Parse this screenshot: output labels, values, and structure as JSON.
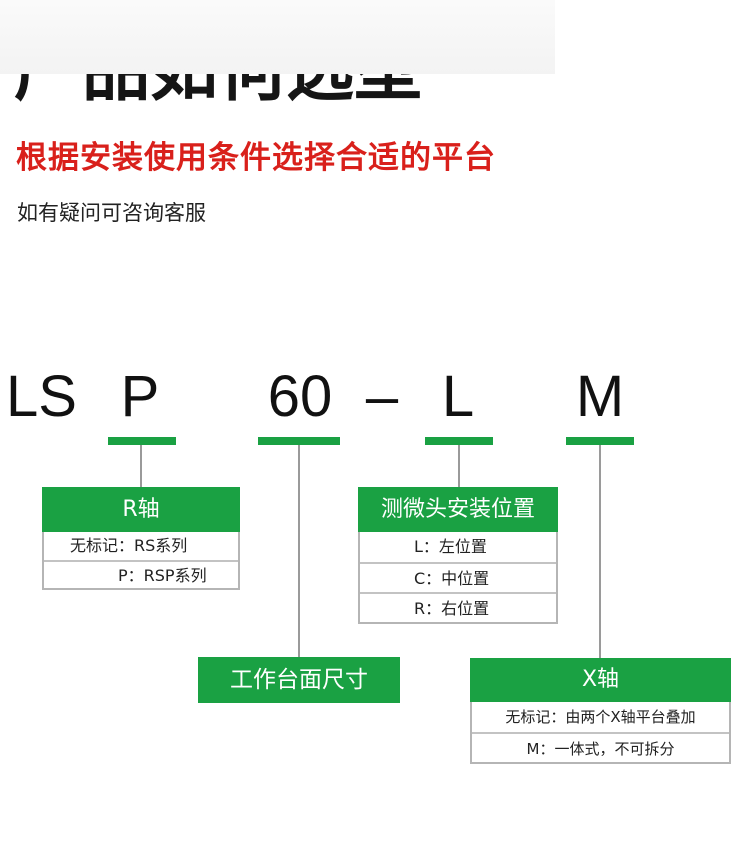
{
  "header": {
    "title_partial": "产品如何选型",
    "subtitle": "根据安装使用条件选择合适的平台",
    "note": "如有疑问可咨询客服"
  },
  "model_code": {
    "seg_ls": "LS",
    "seg_p": "P",
    "seg_60": "60",
    "seg_dash": "–",
    "seg_l": "L",
    "seg_m": "M"
  },
  "boxes": {
    "r_axis": {
      "title": "R轴",
      "rows": [
        "无标记：RS系列",
        "P：RSP系列"
      ]
    },
    "table_size": {
      "title": "工作台面尺寸"
    },
    "micrometer": {
      "title": "测微头安装位置",
      "rows": [
        "L：左位置",
        "C：中位置",
        "R：右位置"
      ]
    },
    "x_axis": {
      "title": "X轴",
      "rows": [
        "无标记：由两个X轴平台叠加",
        "M：一体式，不可拆分"
      ]
    }
  },
  "colors": {
    "accent_green": "#1aa143",
    "subtitle_red": "#d9201b"
  }
}
